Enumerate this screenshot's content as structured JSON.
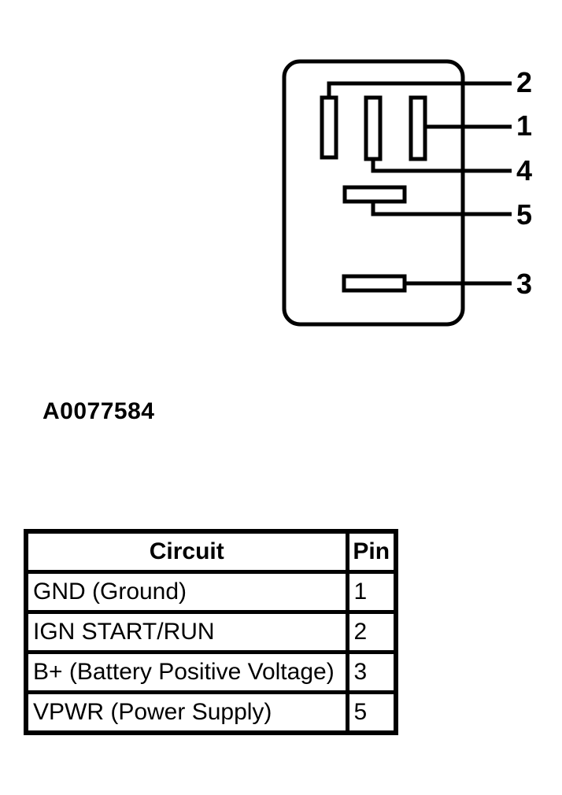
{
  "page": {
    "background_color": "#ffffff",
    "ink_color": "#000000"
  },
  "diagram": {
    "figure_code": "A0077584",
    "connector": {
      "pin_labels": {
        "pin2": "2",
        "pin1": "1",
        "pin4": "4",
        "pin5": "5",
        "pin3": "3"
      }
    }
  },
  "table": {
    "headers": {
      "circuit": "Circuit",
      "pin": "Pin"
    },
    "rows": [
      {
        "circuit": "GND (Ground)",
        "pin": "1"
      },
      {
        "circuit": "IGN START/RUN",
        "pin": "2"
      },
      {
        "circuit": "B+ (Battery Positive Voltage)",
        "pin": "3"
      },
      {
        "circuit": "VPWR (Power Supply)",
        "pin": "5"
      }
    ]
  }
}
